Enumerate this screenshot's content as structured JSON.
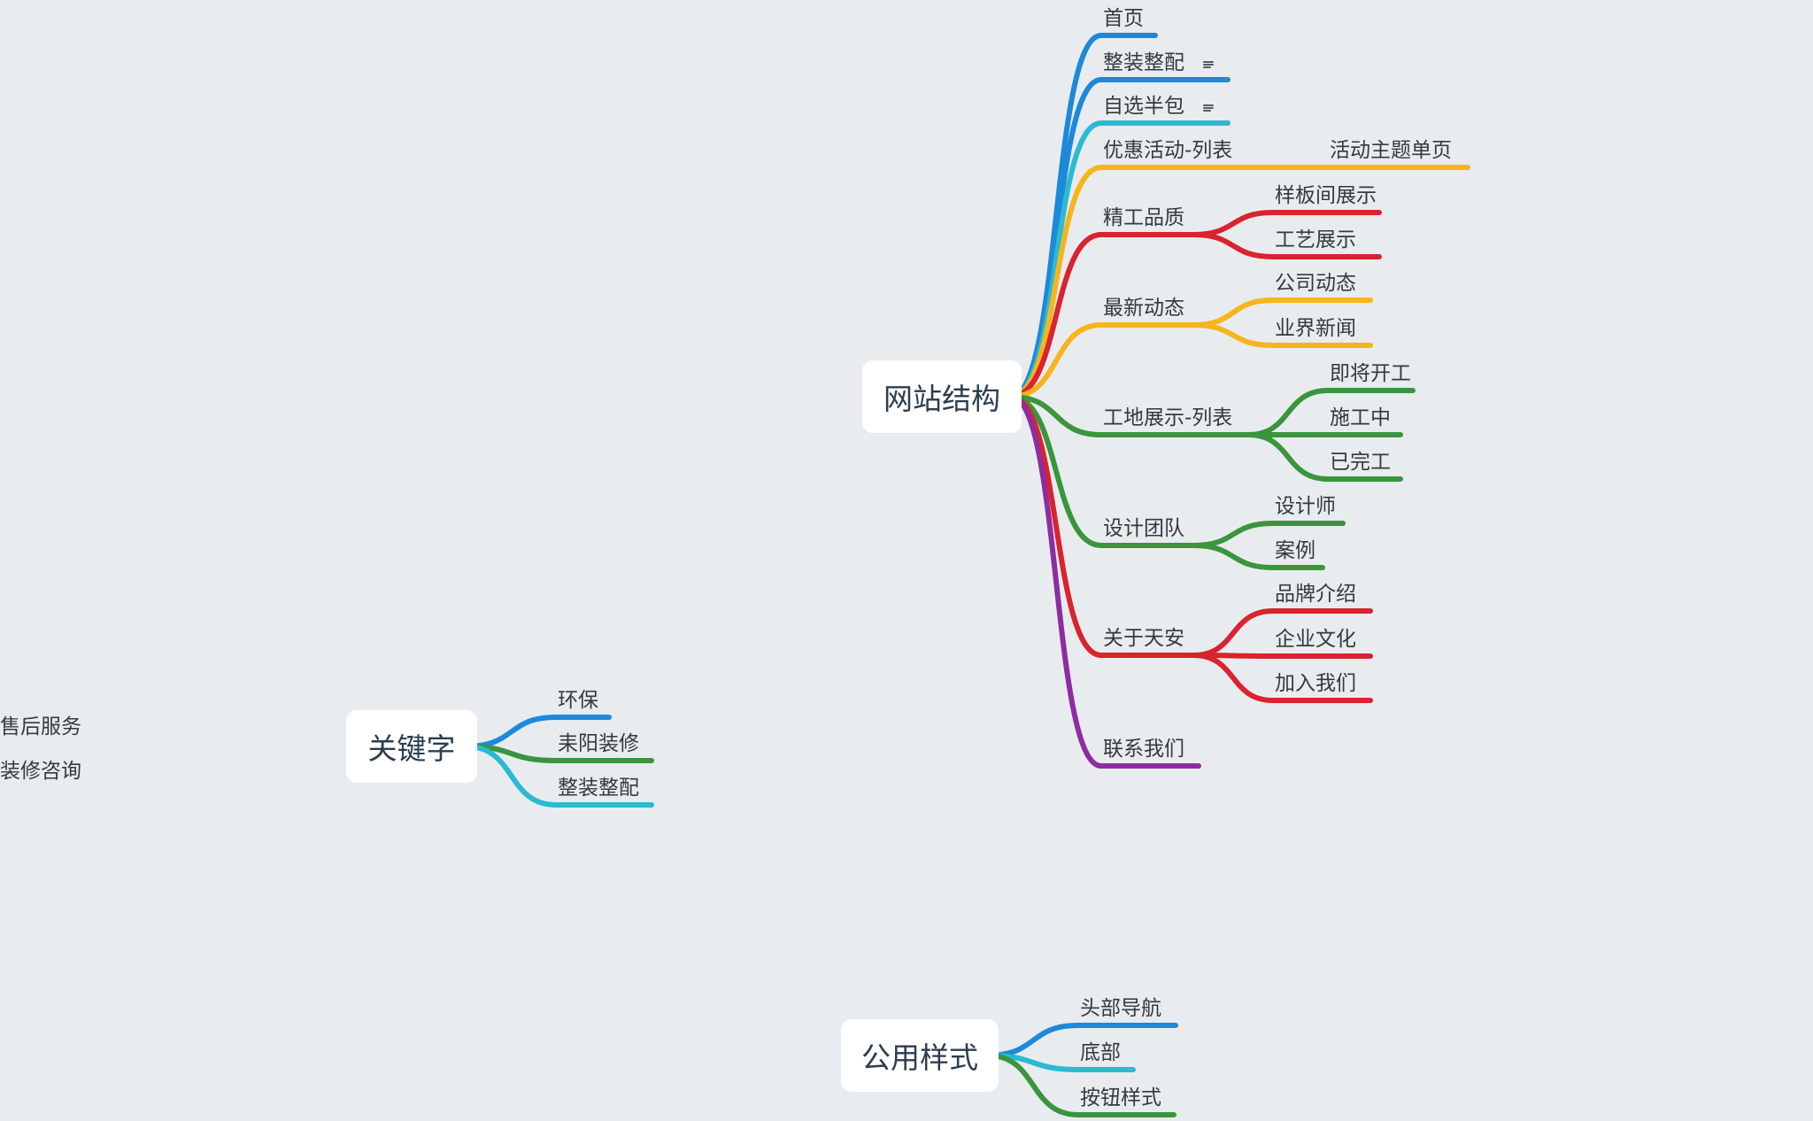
{
  "colors": {
    "background": "#e8ecef",
    "blue": "#1e88d9",
    "cyan": "#2bbad1",
    "yellow": "#f8b41c",
    "red": "#d9232e",
    "green": "#3a953c",
    "purple": "#8e2ca3"
  },
  "mindmaps": [
    {
      "root": "网站结构",
      "branches": [
        {
          "label": "首页",
          "color": "blue",
          "children": []
        },
        {
          "label": "整装整配",
          "color": "blue",
          "has_note": true,
          "children": []
        },
        {
          "label": "自选半包",
          "color": "cyan",
          "has_note": true,
          "children": []
        },
        {
          "label": "优惠活动-列表",
          "color": "yellow",
          "children": [
            "活动主题单页"
          ]
        },
        {
          "label": "精工品质",
          "color": "red",
          "children": [
            "样板间展示",
            "工艺展示"
          ]
        },
        {
          "label": "最新动态",
          "color": "yellow",
          "children": [
            "公司动态",
            "业界新闻"
          ]
        },
        {
          "label": "工地展示-列表",
          "color": "green",
          "children": [
            "即将开工",
            "施工中",
            "已完工"
          ]
        },
        {
          "label": "设计团队",
          "color": "green",
          "children": [
            "设计师",
            "案例"
          ]
        },
        {
          "label": "关于天安",
          "color": "red",
          "children": [
            "品牌介绍",
            "企业文化",
            "加入我们"
          ]
        },
        {
          "label": "联系我们",
          "color": "purple",
          "children": [
            "售后服务",
            "装修咨询"
          ]
        }
      ]
    },
    {
      "root": "关键字",
      "branches": [
        {
          "label": "环保",
          "color": "blue",
          "children": []
        },
        {
          "label": "耒阳装修",
          "color": "green",
          "children": []
        },
        {
          "label": "整装整配",
          "color": "cyan",
          "children": []
        }
      ]
    },
    {
      "root": "公用样式",
      "branches": [
        {
          "label": "头部导航",
          "color": "blue",
          "children": []
        },
        {
          "label": "底部",
          "color": "cyan",
          "children": []
        },
        {
          "label": "按钮样式",
          "color": "green",
          "children": []
        }
      ]
    }
  ]
}
